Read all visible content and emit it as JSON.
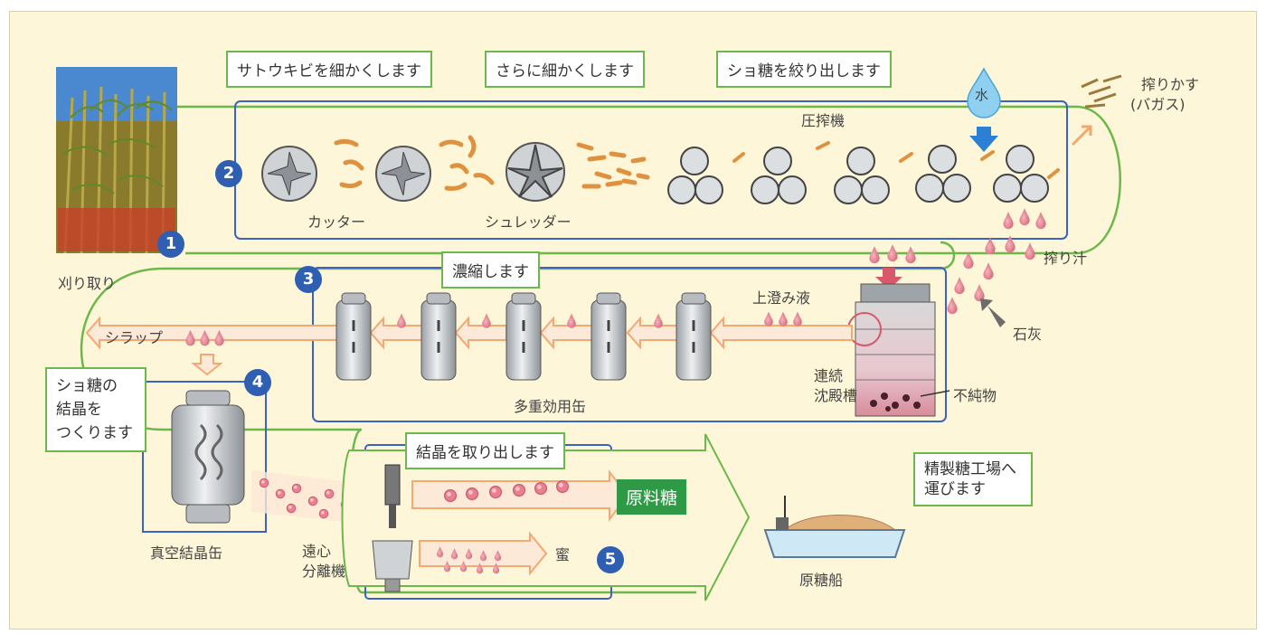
{
  "steps": [
    "1",
    "2",
    "3",
    "4",
    "5"
  ],
  "callouts": {
    "chop": "サトウキビを細かくします",
    "finer": "さらに細かくします",
    "squeeze": "ショ糖を絞り出します",
    "concentrate": "濃縮します",
    "crystal_line1": "ショ糖の",
    "crystal_line2": "結晶を",
    "crystal_line3": "つくります",
    "extract": "結晶を取り出します",
    "refinery_line1": "精製糖工場へ",
    "refinery_line2": "運びます"
  },
  "labels": {
    "harvest": "刈り取り",
    "cutter": "カッター",
    "shredder": "シュレッダー",
    "press": "圧搾機",
    "water": "水",
    "bagasse_line1": "搾りかす",
    "bagasse_line2": "(バガス)",
    "juice": "搾り汁",
    "lime": "石灰",
    "clear_juice": "上澄み液",
    "clarifier_line1": "連続",
    "clarifier_line2": "沈殿槽",
    "impurities": "不純物",
    "evaporator": "多重効用缶",
    "syrup": "シラップ",
    "vacuum_pan": "真空結晶缶",
    "centrifuge_line1": "遠心",
    "centrifuge_line2": "分離機",
    "molasses": "蜜",
    "raw_sugar": "原料糖",
    "ship": "原糖船"
  },
  "colors": {
    "background": "#fdf6d8",
    "flow_line": "#6cb84a",
    "box_border": "#3a63c4",
    "step_badge": "#2f5fb3",
    "juice_drop": "#d9687a",
    "raw_sugar_badge": "#2f9a45"
  }
}
